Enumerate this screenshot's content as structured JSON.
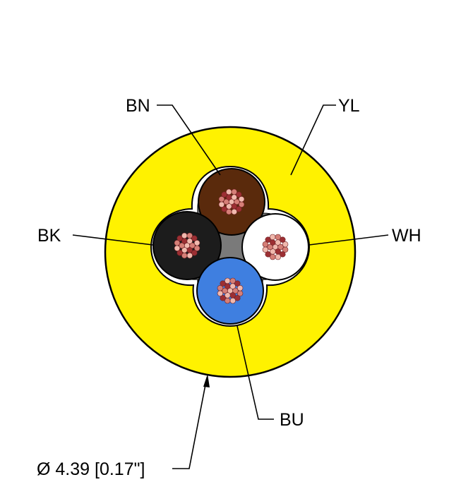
{
  "labels": {
    "bn": "BN",
    "yl": "YL",
    "bk": "BK",
    "wh": "WH",
    "bu": "BU",
    "dimension": "Ø 4.39 [0.17\"]"
  },
  "colors": {
    "jacket": "#fff200",
    "filler": "#7a7a7a",
    "brown": "#5a2a0c",
    "black": "#1c1c1c",
    "white": "#ffffff",
    "blue": "#3f7fe0",
    "copper_light": "#f0b9ae",
    "copper_mid": "#d57f77",
    "copper_dark": "#9c2f33"
  }
}
